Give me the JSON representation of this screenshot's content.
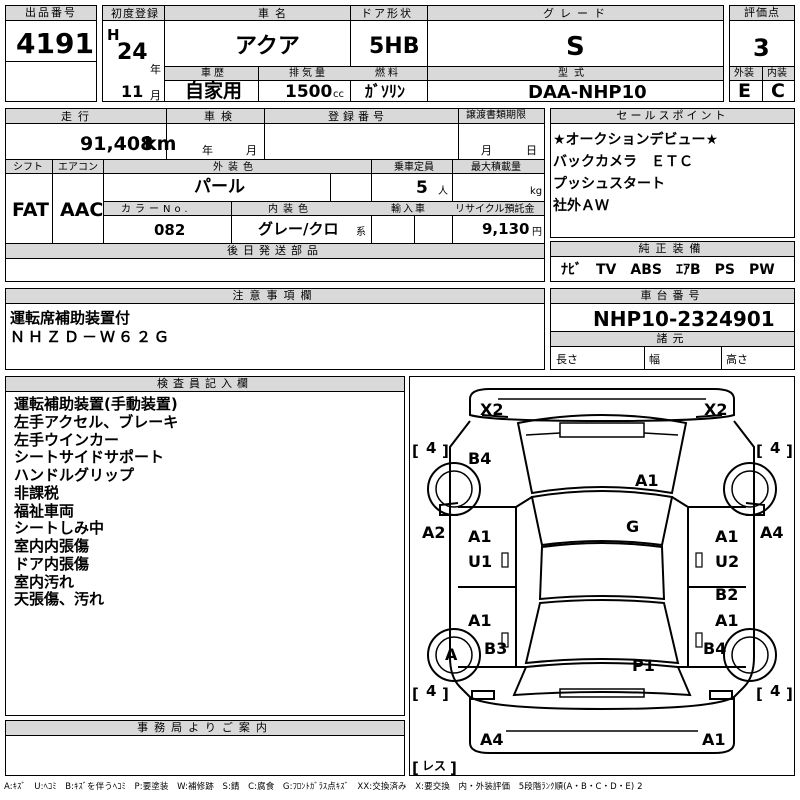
{
  "lot": {
    "label": "出品番号",
    "value": "4191"
  },
  "reg": {
    "label": "初度登録",
    "era": "H",
    "year": "24",
    "year_unit": "年",
    "month": "11",
    "month_unit": "月"
  },
  "car": {
    "label": "車名",
    "value": "アクア"
  },
  "door": {
    "label": "ドア形状",
    "value": "5HB"
  },
  "grade": {
    "label": "グレード",
    "value": "S"
  },
  "score": {
    "label": "評価点",
    "value": "3",
    "ext_label": "外装",
    "int_label": "内装",
    "ext": "E",
    "int": "C"
  },
  "history": {
    "label": "車歴",
    "value": "自家用"
  },
  "displacement": {
    "label": "排気量",
    "value": "1500",
    "unit": "cc"
  },
  "fuel": {
    "label": "燃料",
    "value": "ｶﾞｿﾘﾝ"
  },
  "model": {
    "label": "型式",
    "value": "DAA-NHP10"
  },
  "mileage": {
    "label": "走行",
    "value": "91,408",
    "unit": "km"
  },
  "inspection": {
    "label": "車検",
    "year_unit": "年",
    "month_unit": "月"
  },
  "plate": {
    "label": "登録番号"
  },
  "transfer": {
    "label": "譲渡書類期限",
    "month_unit": "月",
    "day_unit": "日"
  },
  "shift": {
    "label": "シフト",
    "value": "FAT"
  },
  "ac": {
    "label": "エアコン",
    "value": "AAC"
  },
  "ext_color": {
    "label": "外装色",
    "value": "パール"
  },
  "capacity": {
    "label": "乗車定員",
    "value": "5",
    "unit": "人"
  },
  "load": {
    "label": "最大積載量",
    "unit": "kg"
  },
  "color_no": {
    "label": "カラーNo.",
    "value": "082"
  },
  "int_color": {
    "label": "内装色",
    "value": "グレー/クロ",
    "unit": "系"
  },
  "import": {
    "label": "輸入車"
  },
  "recycle": {
    "label": "リサイクル預託金",
    "value": "9,130",
    "unit": "円"
  },
  "later_parts": {
    "label": "後日発送部品"
  },
  "sales": {
    "label": "セールスポイント",
    "lines": [
      "★オークションデビュー★",
      "バックカメラ　ＥＴＣ",
      "プッシュスタート",
      "社外ＡＷ"
    ]
  },
  "equipment": {
    "label": "純正装備",
    "value": "ﾅﾋﾞ　TV　ABS　ｴｱB　PS　PW"
  },
  "notes": {
    "label": "注意事項欄",
    "lines": [
      "運転席補助装置付",
      "ＮＨＺＤ－Ｗ６２Ｇ"
    ]
  },
  "chassis": {
    "label": "車台番号",
    "value": "NHP10-2324901"
  },
  "specs": {
    "label": "諸元",
    "length": "長さ",
    "width": "幅",
    "height": "高さ"
  },
  "inspector": {
    "label": "検査員記入欄",
    "lines": [
      "運転補助装置(手動装置)",
      "左手アクセル、ブレーキ",
      "左手ウインカー",
      "シートサイドサポート",
      "ハンドルグリップ",
      "非課税",
      "福祉車両",
      "シートしみ中",
      "室内内張傷",
      "ドア内張傷",
      "室内汚れ",
      "天張傷、汚れ"
    ]
  },
  "office": {
    "label": "事務局よりご案内"
  },
  "diagram": {
    "tire_label": "4",
    "spare_label": "レス",
    "marks": {
      "x2_left": "X2",
      "x2_right": "X2",
      "b4_front": "B4",
      "a1_bonnet": "A1",
      "g_glass": "G",
      "a2_left": "A2",
      "a4_right": "A4",
      "a1_lf": "A1",
      "u1": "U1",
      "a1_rf": "A1",
      "u2": "U2",
      "b2": "B2",
      "a1_rr": "A1",
      "a1_lr": "A1",
      "a_wheel": "A",
      "b3": "B3",
      "p1": "P1",
      "b4_rear": "B4",
      "a4_bumper": "A4",
      "a1_bumper": "A1"
    }
  },
  "legend": "A:ｷｽﾞ　U:ﾍｺﾐ　B:ｷｽﾞを伴うﾍｺﾐ　P:要塗装　W:補修跡　S:錆　C:腐食　G:ﾌﾛﾝﾄｶﾞﾗｽ点ｷｽﾞ　XX:交換済み　X:要交換　内・外装評価　5段階ﾗﾝｸ順(A・B・C・D・E) 2"
}
